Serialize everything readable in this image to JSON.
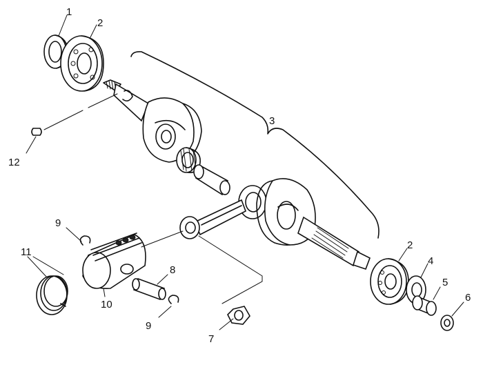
{
  "callouts": [
    "1",
    "2",
    "3",
    "2",
    "4",
    "5",
    "6",
    "7",
    "8",
    "9",
    "9",
    "10",
    "11",
    "12"
  ],
  "ink_color": "#111111",
  "background": "#ffffff"
}
